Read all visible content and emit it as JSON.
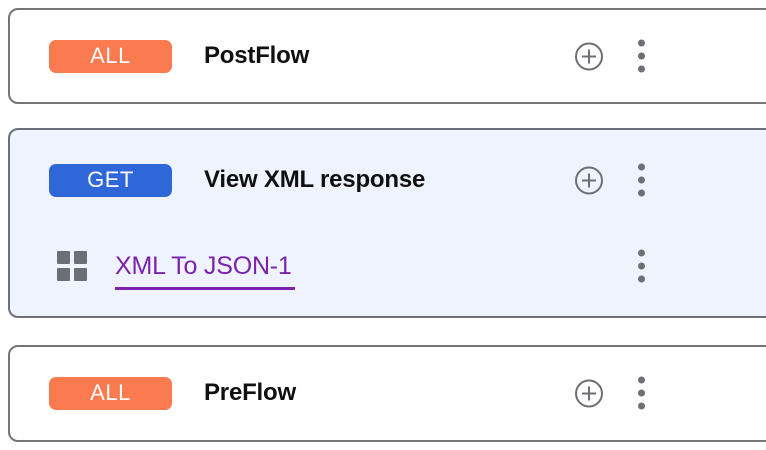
{
  "theme": {
    "page_background": "#ffffff",
    "card_background": "#ffffff",
    "card_selected_background": "#eff3fd",
    "card_border": "#757575",
    "badge_all_color": "#fc7a50",
    "badge_get_color": "#2f66d8",
    "policy_link_color": "#7a23ad",
    "icon_color": "#6d6f76",
    "title_color": "#101010"
  },
  "icons": {
    "add": "add-circle-icon",
    "menu": "kebab-menu-icon",
    "policy": "grid-squares-icon"
  },
  "flows": [
    {
      "id": "postflow",
      "badge": "ALL",
      "badge_type": "all",
      "title": "PostFlow",
      "selected": false,
      "add_label": "+",
      "policies": []
    },
    {
      "id": "view-xml-response",
      "badge": "GET",
      "badge_type": "get",
      "title": "View XML response",
      "selected": true,
      "add_label": "+",
      "policies": [
        {
          "id": "xml-to-json-1",
          "name": "XML To JSON-1"
        }
      ]
    },
    {
      "id": "preflow",
      "badge": "ALL",
      "badge_type": "all",
      "title": "PreFlow",
      "selected": false,
      "add_label": "+",
      "policies": []
    }
  ]
}
